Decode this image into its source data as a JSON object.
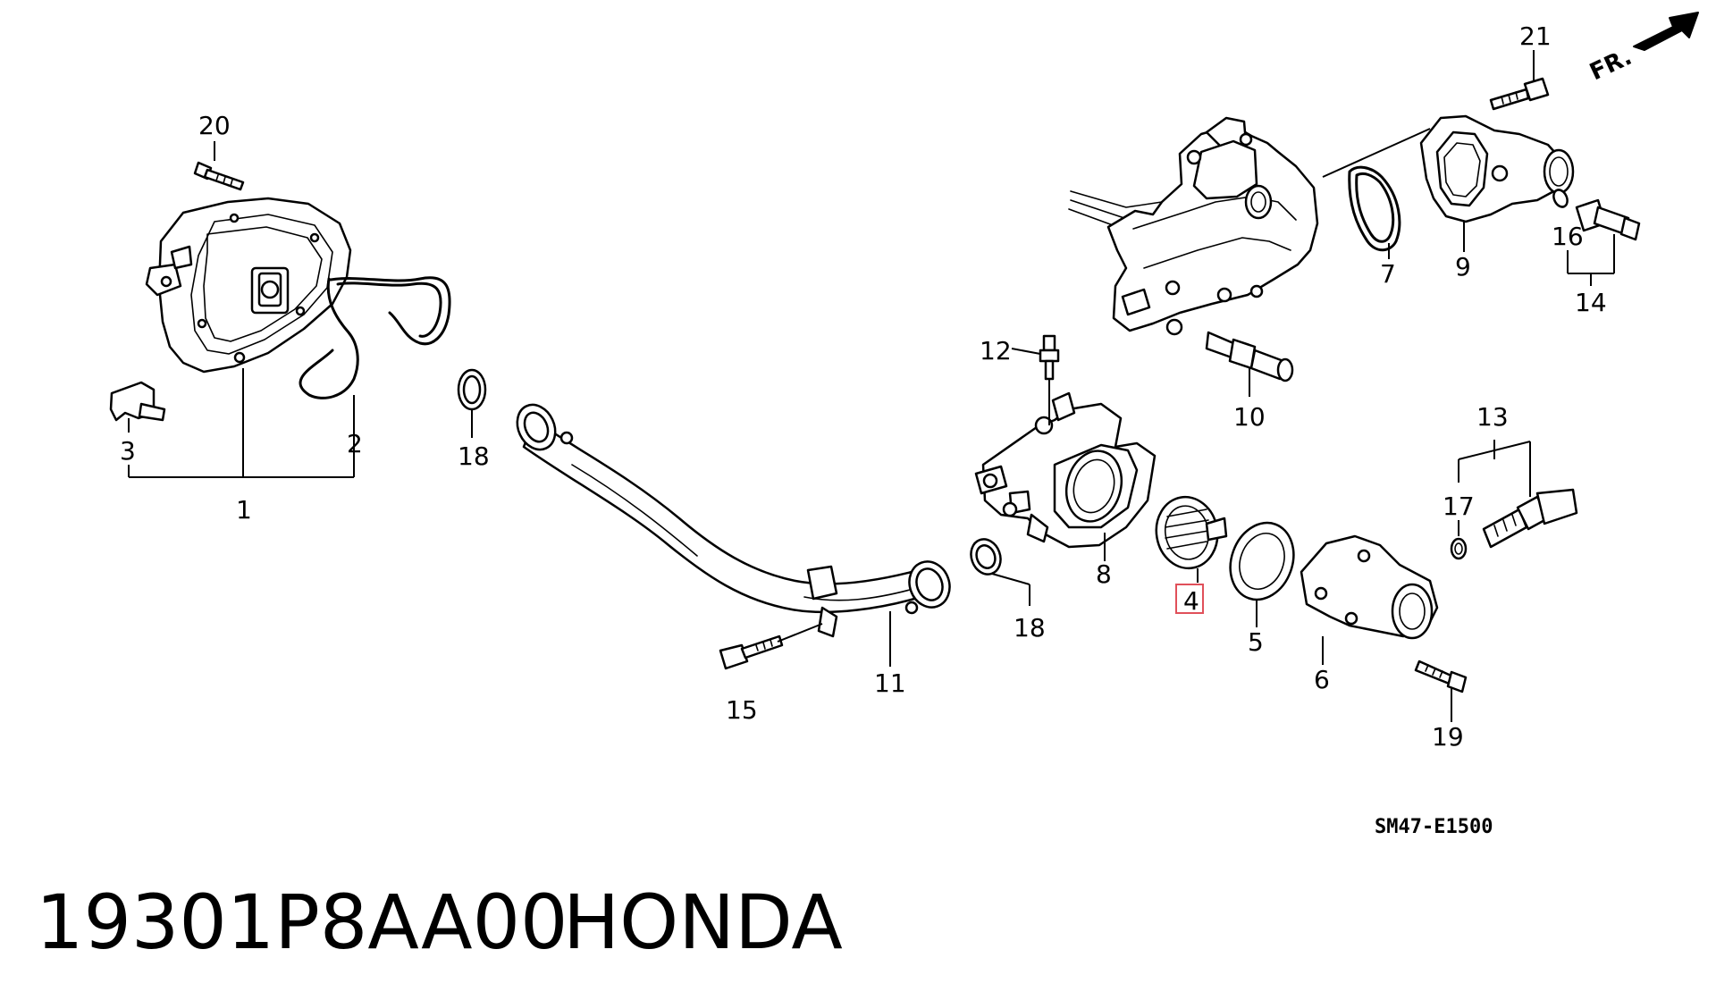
{
  "callouts": {
    "c1": "1",
    "c2": "2",
    "c3": "3",
    "c4": "4",
    "c5": "5",
    "c6": "6",
    "c7": "7",
    "c8": "8",
    "c9": "9",
    "c10": "10",
    "c11": "11",
    "c12": "12",
    "c13": "13",
    "c14": "14",
    "c15": "15",
    "c16": "16",
    "c17": "17",
    "c18a": "18",
    "c18b": "18",
    "c19": "19",
    "c20": "20",
    "c21": "21"
  },
  "front_marker": "FR.",
  "diagram_code": "SM47-E1500",
  "highlighted_callout": "4",
  "footer": {
    "part_number": "19301P8AA00",
    "brand": "HONDA"
  }
}
